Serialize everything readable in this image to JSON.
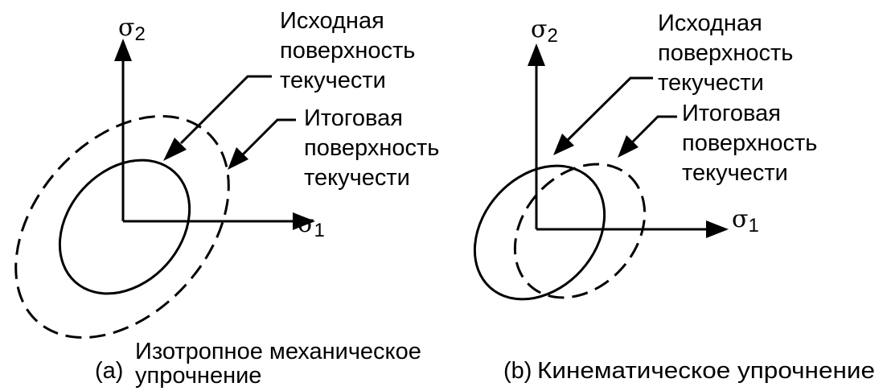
{
  "axes": {
    "sigma_symbol": "σ",
    "x_subscript": "1",
    "y_subscript": "2"
  },
  "panels": [
    {
      "letter": "(a)",
      "caption_line1": "Изотропное механическое",
      "caption_line2": "упрочнение",
      "initial_label": [
        "Исходная",
        "поверхность",
        "текучести"
      ],
      "final_label": [
        "Итоговая",
        "поверхность",
        "текучести"
      ]
    },
    {
      "letter": "(b)",
      "caption_line1": "Кинематическое упрочнение",
      "initial_label": [
        "Исходная",
        "поверхность",
        "текучести"
      ],
      "final_label": [
        "Итоговая",
        "поверхность",
        "текучести"
      ]
    }
  ]
}
